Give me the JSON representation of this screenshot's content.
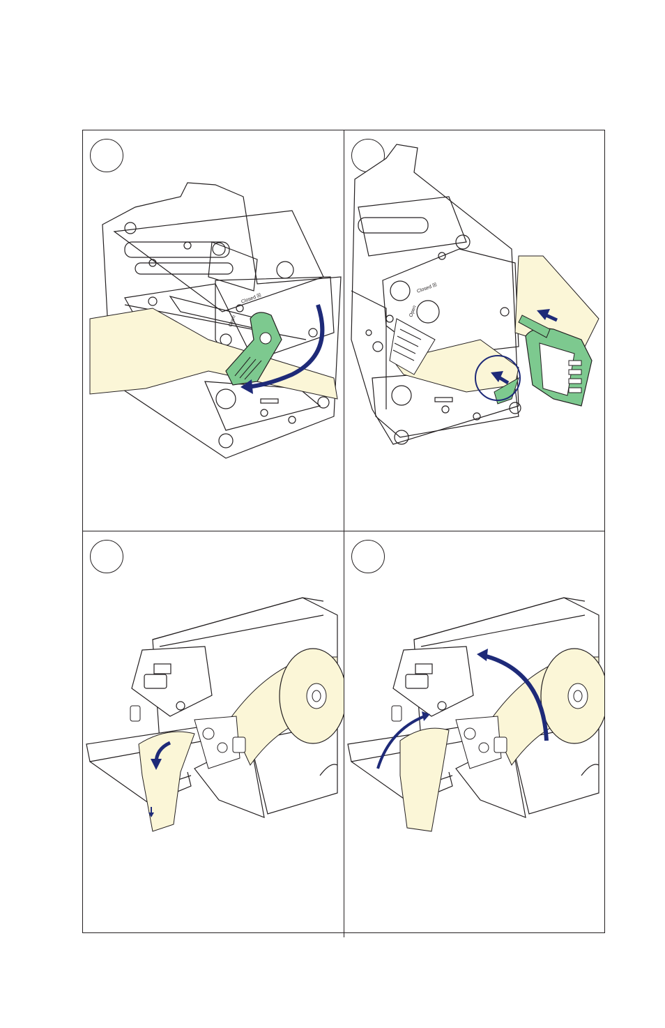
{
  "colors": {
    "line": "#231f20",
    "arrow": "#1e2a78",
    "highlight_green": "#7dc98f",
    "paper": "#fbf6d7"
  },
  "panels": [
    {
      "id": 1,
      "icons": [
        "platen-lever-icon",
        "rotate-arrow-icon"
      ],
      "lever_labels": {
        "open": "Open",
        "closed": "Closed"
      }
    },
    {
      "id": 2,
      "icons": [
        "printhead-icon",
        "pull-arrow-icon"
      ],
      "lever_labels": {
        "open": "Open",
        "closed": "Closed"
      }
    },
    {
      "id": 3,
      "icons": [
        "media-roll-icon",
        "feed-arrow-icon"
      ]
    },
    {
      "id": 4,
      "icons": [
        "media-roll-icon",
        "route-arrow-icon"
      ]
    }
  ]
}
